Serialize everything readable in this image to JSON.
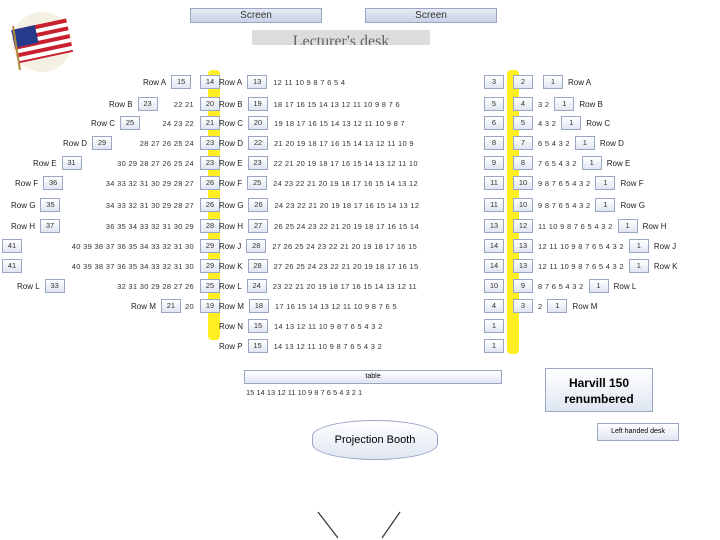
{
  "screens": [
    "Screen",
    "Screen"
  ],
  "lecturer_desk": "Lecturer's desk",
  "left": [
    {
      "label": "Row A",
      "end": "15",
      "boxes": [
        "14"
      ],
      "seats": ""
    },
    {
      "label": "Row B",
      "end": "23",
      "boxes": [
        "20"
      ],
      "seats": "22    21"
    },
    {
      "label": "Row C",
      "end": "25",
      "boxes": [
        "21"
      ],
      "seats": "24  23  22"
    },
    {
      "label": "Row D",
      "end": "29",
      "boxes": [
        "23"
      ],
      "seats": "28  27  26  25  24"
    },
    {
      "label": "Row E",
      "end": "31",
      "boxes": [
        "23"
      ],
      "seats": "30  29  28  27  26  25  24"
    },
    {
      "label": "Row F",
      "end": "36",
      "boxes": [
        "26"
      ],
      "seats": "34  33  32  31  30  29  28  27"
    },
    {
      "label": "Row G",
      "end": "35",
      "boxes": [
        "26"
      ],
      "seats": "34  33  32  31  30  29  28  27"
    },
    {
      "label": "Row H",
      "end": "37",
      "boxes": [
        "28"
      ],
      "seats": "36  35  34  33  32  31  30  29"
    },
    {
      "label": "",
      "end": "41",
      "boxes": [
        "29"
      ],
      "seats": "40  39  38  37  36  35  34  33  32  31  30"
    },
    {
      "label": "",
      "end": "41",
      "boxes": [
        "29"
      ],
      "seats": "40  39  38  37  36  35  34  33  32  31  30"
    },
    {
      "label": "Row L",
      "end": "33",
      "boxes": [
        "25"
      ],
      "seats": "32  31  30  29  28  27  26"
    },
    {
      "label": "Row M",
      "end": "21",
      "boxes": [
        "19"
      ],
      "seats": "20"
    }
  ],
  "center": [
    {
      "label": "Row A",
      "first": "13",
      "seats": "12   11   10   9   8   7   6   5   4",
      "last": "3"
    },
    {
      "label": "Row B",
      "first": "19",
      "seats": "18   17   16   15   14   13   12   11   10   9   8   7   6",
      "last": "5"
    },
    {
      "label": "Row C",
      "first": "20",
      "seats": "19   18   17   16   15   14   13   12   11   10   9   8   7",
      "last": "6"
    },
    {
      "label": "Row D",
      "first": "22",
      "seats": "21  20  19   18   17   16   15   14   13   12   11   10   9",
      "last": "8"
    },
    {
      "label": "Row E",
      "first": "23",
      "seats": "22  21  20   19   18   17   16   15   14   13   12   11   10",
      "last": "9"
    },
    {
      "label": "Row F",
      "first": "25",
      "seats": "24  23  22  21  20  19  18  17  16  15  14  13  12",
      "last": "11"
    },
    {
      "label": "Row G",
      "first": "26",
      "seats": "24  23  22  21  20  19  18  17  16  15  14  13  12",
      "last": "11"
    },
    {
      "label": "Row H",
      "first": "27",
      "seats": "26  25  24  23  22  21  20  19  18  17  16  15  14",
      "last": "13"
    },
    {
      "label": "Row J",
      "first": "28",
      "seats": "27  26  25  24  23  22  21  20  19  18  17  16  15",
      "last": "14"
    },
    {
      "label": "Row K",
      "first": "28",
      "seats": "27  26  25  24  23  22  21  20  19  18  17  16  15",
      "last": "14"
    },
    {
      "label": "Row L",
      "first": "24",
      "seats": "23  22  21  20  19  18  17  16  15  14  13  12  11",
      "last": "10"
    },
    {
      "label": "Row M",
      "first": "18",
      "seats": "17  16  15  14  13  12  11  10   9   8   7   6   5",
      "last": "4"
    },
    {
      "label": "Row N",
      "first": "15",
      "seats": "14  13  12  11  10  9   8   7   6   5   4   3   2",
      "last": "1"
    },
    {
      "label": "Row P",
      "first": "15",
      "seats": "14  13  12  11  10  9   8   7   6   5   4   3   2",
      "last": "1"
    }
  ],
  "right": [
    {
      "label": "Row A",
      "first": "2",
      "seats": "",
      "last": "1"
    },
    {
      "label": "Row B",
      "first": "4",
      "seats": "3  2",
      "last": "1"
    },
    {
      "label": "Row C",
      "first": "5",
      "seats": "4   3   2",
      "last": "1"
    },
    {
      "label": "Row D",
      "first": "7",
      "seats": "6   5   4   3   2",
      "last": "1"
    },
    {
      "label": "Row E",
      "first": "8",
      "seats": "7   6   5   4   3   2",
      "last": "1"
    },
    {
      "label": "Row F",
      "first": "10",
      "seats": "9   8   7   6   5   4   3   2",
      "last": "1"
    },
    {
      "label": "Row G",
      "first": "10",
      "seats": "9   8   7   6   5   4   3   2",
      "last": "1"
    },
    {
      "label": "Row H",
      "first": "12",
      "seats": "11  10  9  8  7  6  5  4  3  2",
      "last": "1"
    },
    {
      "label": "Row J",
      "first": "13",
      "seats": "12  11  10  9  8  7  6  5  4  3  2",
      "last": "1"
    },
    {
      "label": "Row K",
      "first": "13",
      "seats": "12  11  10  9  8  7  6  5  4  3  2",
      "last": "1"
    },
    {
      "label": "Row L",
      "first": "9",
      "seats": "8   7   6   5   4   3   2",
      "last": "1"
    },
    {
      "label": "Row M",
      "first": "3",
      "seats": "2",
      "last": "1"
    }
  ],
  "table": {
    "label": "table",
    "seats": "15    14    13    12    11    10    9    8    7    6    5    4    3    2    1"
  },
  "projection_booth": "Projection Booth",
  "harvill": "Harvill 150 renumbered",
  "left_handed": "Left handed desk",
  "colors": {
    "aisle": "#ffee22",
    "box_border": "#9aa6c4"
  }
}
